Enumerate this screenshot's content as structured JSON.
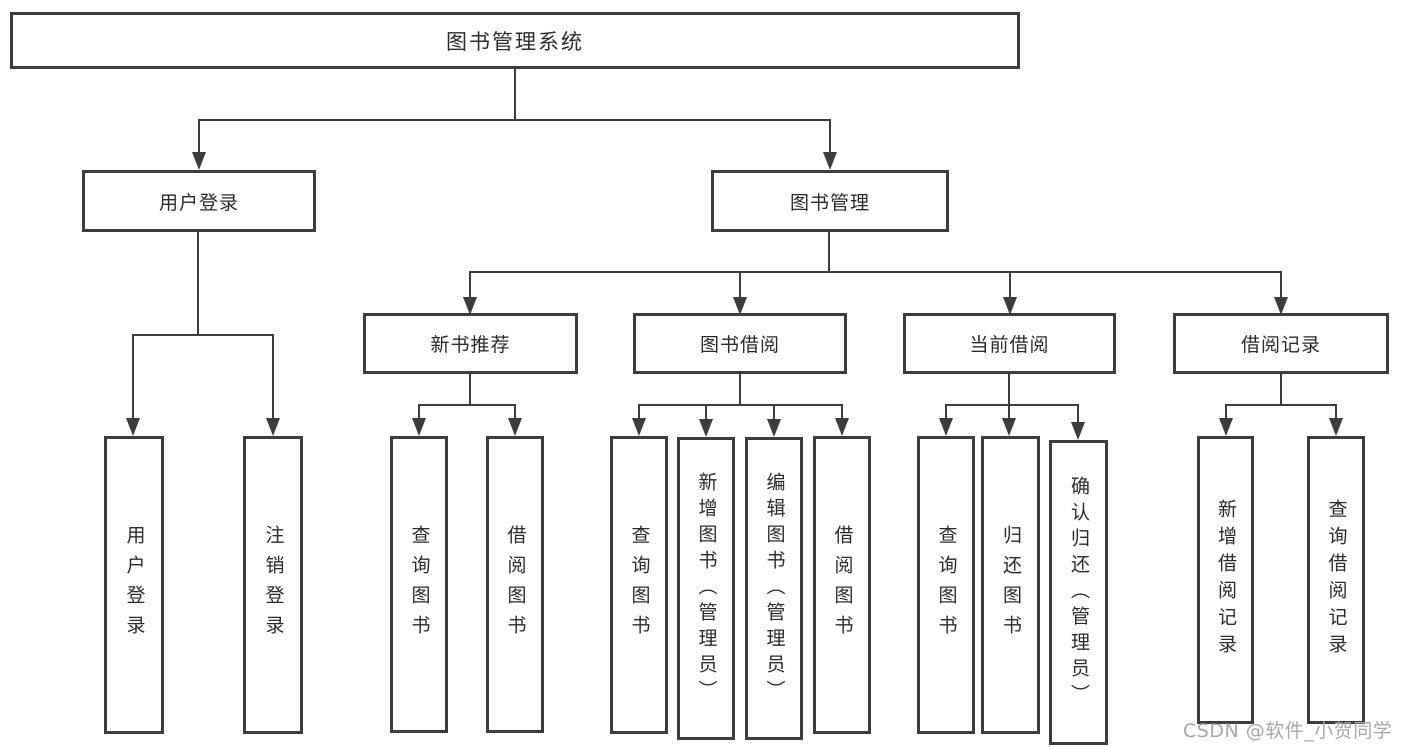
{
  "tree": {
    "root": "图书管理系统",
    "level2": [
      {
        "label": "用户登录",
        "children": [
          "用户登录",
          "注销登录"
        ]
      },
      {
        "label": "图书管理",
        "children": [
          {
            "label": "新书推荐",
            "children": [
              "查询图书",
              "借阅图书"
            ]
          },
          {
            "label": "图书借阅",
            "children": [
              "查询图书",
              "新增图书（管理员）",
              "编辑图书（管理员）",
              "借阅图书"
            ]
          },
          {
            "label": "当前借阅",
            "children": [
              "查询图书",
              "归还图书",
              "确认归还（管理员）"
            ]
          },
          {
            "label": "借阅记录",
            "children": [
              "新增借阅记录",
              "查询借阅记录"
            ]
          }
        ]
      }
    ]
  },
  "watermark": {
    "text": "CSDN @软件_小贺同学"
  },
  "colors": {
    "line": "#3d3d3d",
    "text": "#2b2b2b",
    "watermark": "#a8a8a8",
    "background": "#ffffff"
  }
}
